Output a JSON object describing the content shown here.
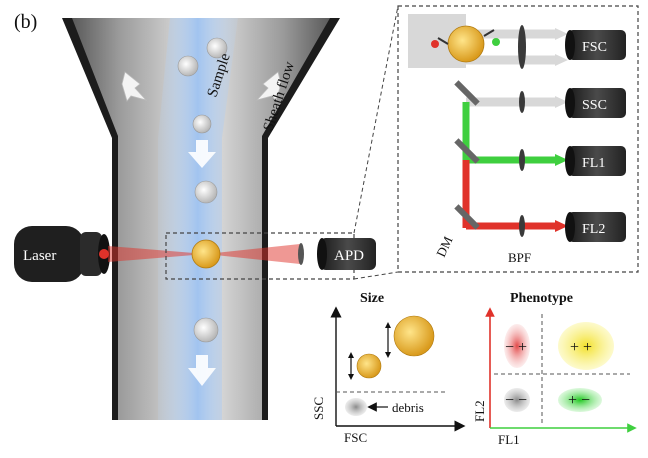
{
  "panel_label": "(b)",
  "channel": {
    "sample_label": "Sample",
    "sheath_label": "Sheath flow"
  },
  "laser_label": "Laser",
  "apd_label": "APD",
  "detectors": [
    "FSC",
    "SSC",
    "FL1",
    "FL2"
  ],
  "optics": {
    "dm_label": "DM",
    "bpf_label": "BPF"
  },
  "size_plot": {
    "title": "Size",
    "xlabel": "FSC",
    "ylabel": "SSC",
    "annotation": "debris"
  },
  "phenotype_plot": {
    "title": "Phenotype",
    "xlabel": "FL1",
    "ylabel": "FL2",
    "quadrants": {
      "top_left": "− +",
      "top_right": "+ +",
      "bottom_left": "− −",
      "bottom_right": "+ −"
    }
  },
  "colors": {
    "red_beam": "#e0322a",
    "green_beam": "#3fcf3f",
    "grey_beam": "#d8d8d8",
    "particle": "#f2c43a",
    "fl_high_yellow": "#f4e33c",
    "fl_red": "#e86a6a",
    "fl_green": "#3ed43e"
  }
}
